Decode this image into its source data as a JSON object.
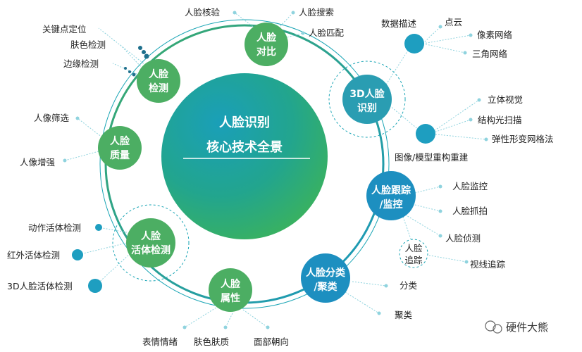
{
  "center": {
    "line1": "人脸识别",
    "line2": "核心技术全景"
  },
  "nodes": {
    "duibi": {
      "line1": "人脸",
      "line2": "对比"
    },
    "jiance": {
      "line1": "人脸",
      "line2": "检测"
    },
    "zhiliang": {
      "line1": "人脸",
      "line2": "质量"
    },
    "huoti": {
      "line1": "人脸",
      "line2": "活体检测"
    },
    "shuxing": {
      "line1": "人脸",
      "line2": "属性"
    },
    "fenlei": {
      "line1": "人脸分类",
      "line2": "/聚类"
    },
    "genzong": {
      "line1": "人脸跟踪",
      "line2": "/监控"
    },
    "sanD": {
      "line1": "3D人脸",
      "line2": "识别"
    },
    "zhuizong": {
      "line1": "人脸",
      "line2": "追踪"
    }
  },
  "labels": {
    "hejian": "人脸核验",
    "sousuo": "人脸搜索",
    "pipei": "人脸匹配",
    "guanjiandian": "关键点定位",
    "fuse": "肤色检测",
    "bianyuan": "边缘检测",
    "shaixuan": "人像筛选",
    "zengqiang": "人像增强",
    "dongzuo": "动作活体检测",
    "hongwai": "红外活体检测",
    "sanD_huoti": "3D人脸活体检测",
    "biaoqing": "表情情绪",
    "fuse_fuzhi": "肤色肤质",
    "mianbu": "面部朝向",
    "fenlei_lbl": "分类",
    "julei": "聚类",
    "jiankong": "人脸监控",
    "zhuapai": "人脸抓拍",
    "zhence": "人脸侦测",
    "shixian": "视线追踪",
    "shuju": "数据描述",
    "dianyun": "点云",
    "xiangsu": "像素网络",
    "sanjiao": "三角网络",
    "liti": "立体视觉",
    "jiegou": "结构光扫描",
    "tanxing": "弹性形变网格法",
    "tuxiang": "图像/模型重构重建"
  },
  "watermark": "硬件大熊",
  "colors": {
    "ring": "#1aa5b5",
    "green_node": "#4cae63",
    "teal_node": "#2a9db2",
    "blue_node": "#1d8fc0",
    "dot": "#1e9ec0",
    "light_dot": "#8fd3de"
  }
}
